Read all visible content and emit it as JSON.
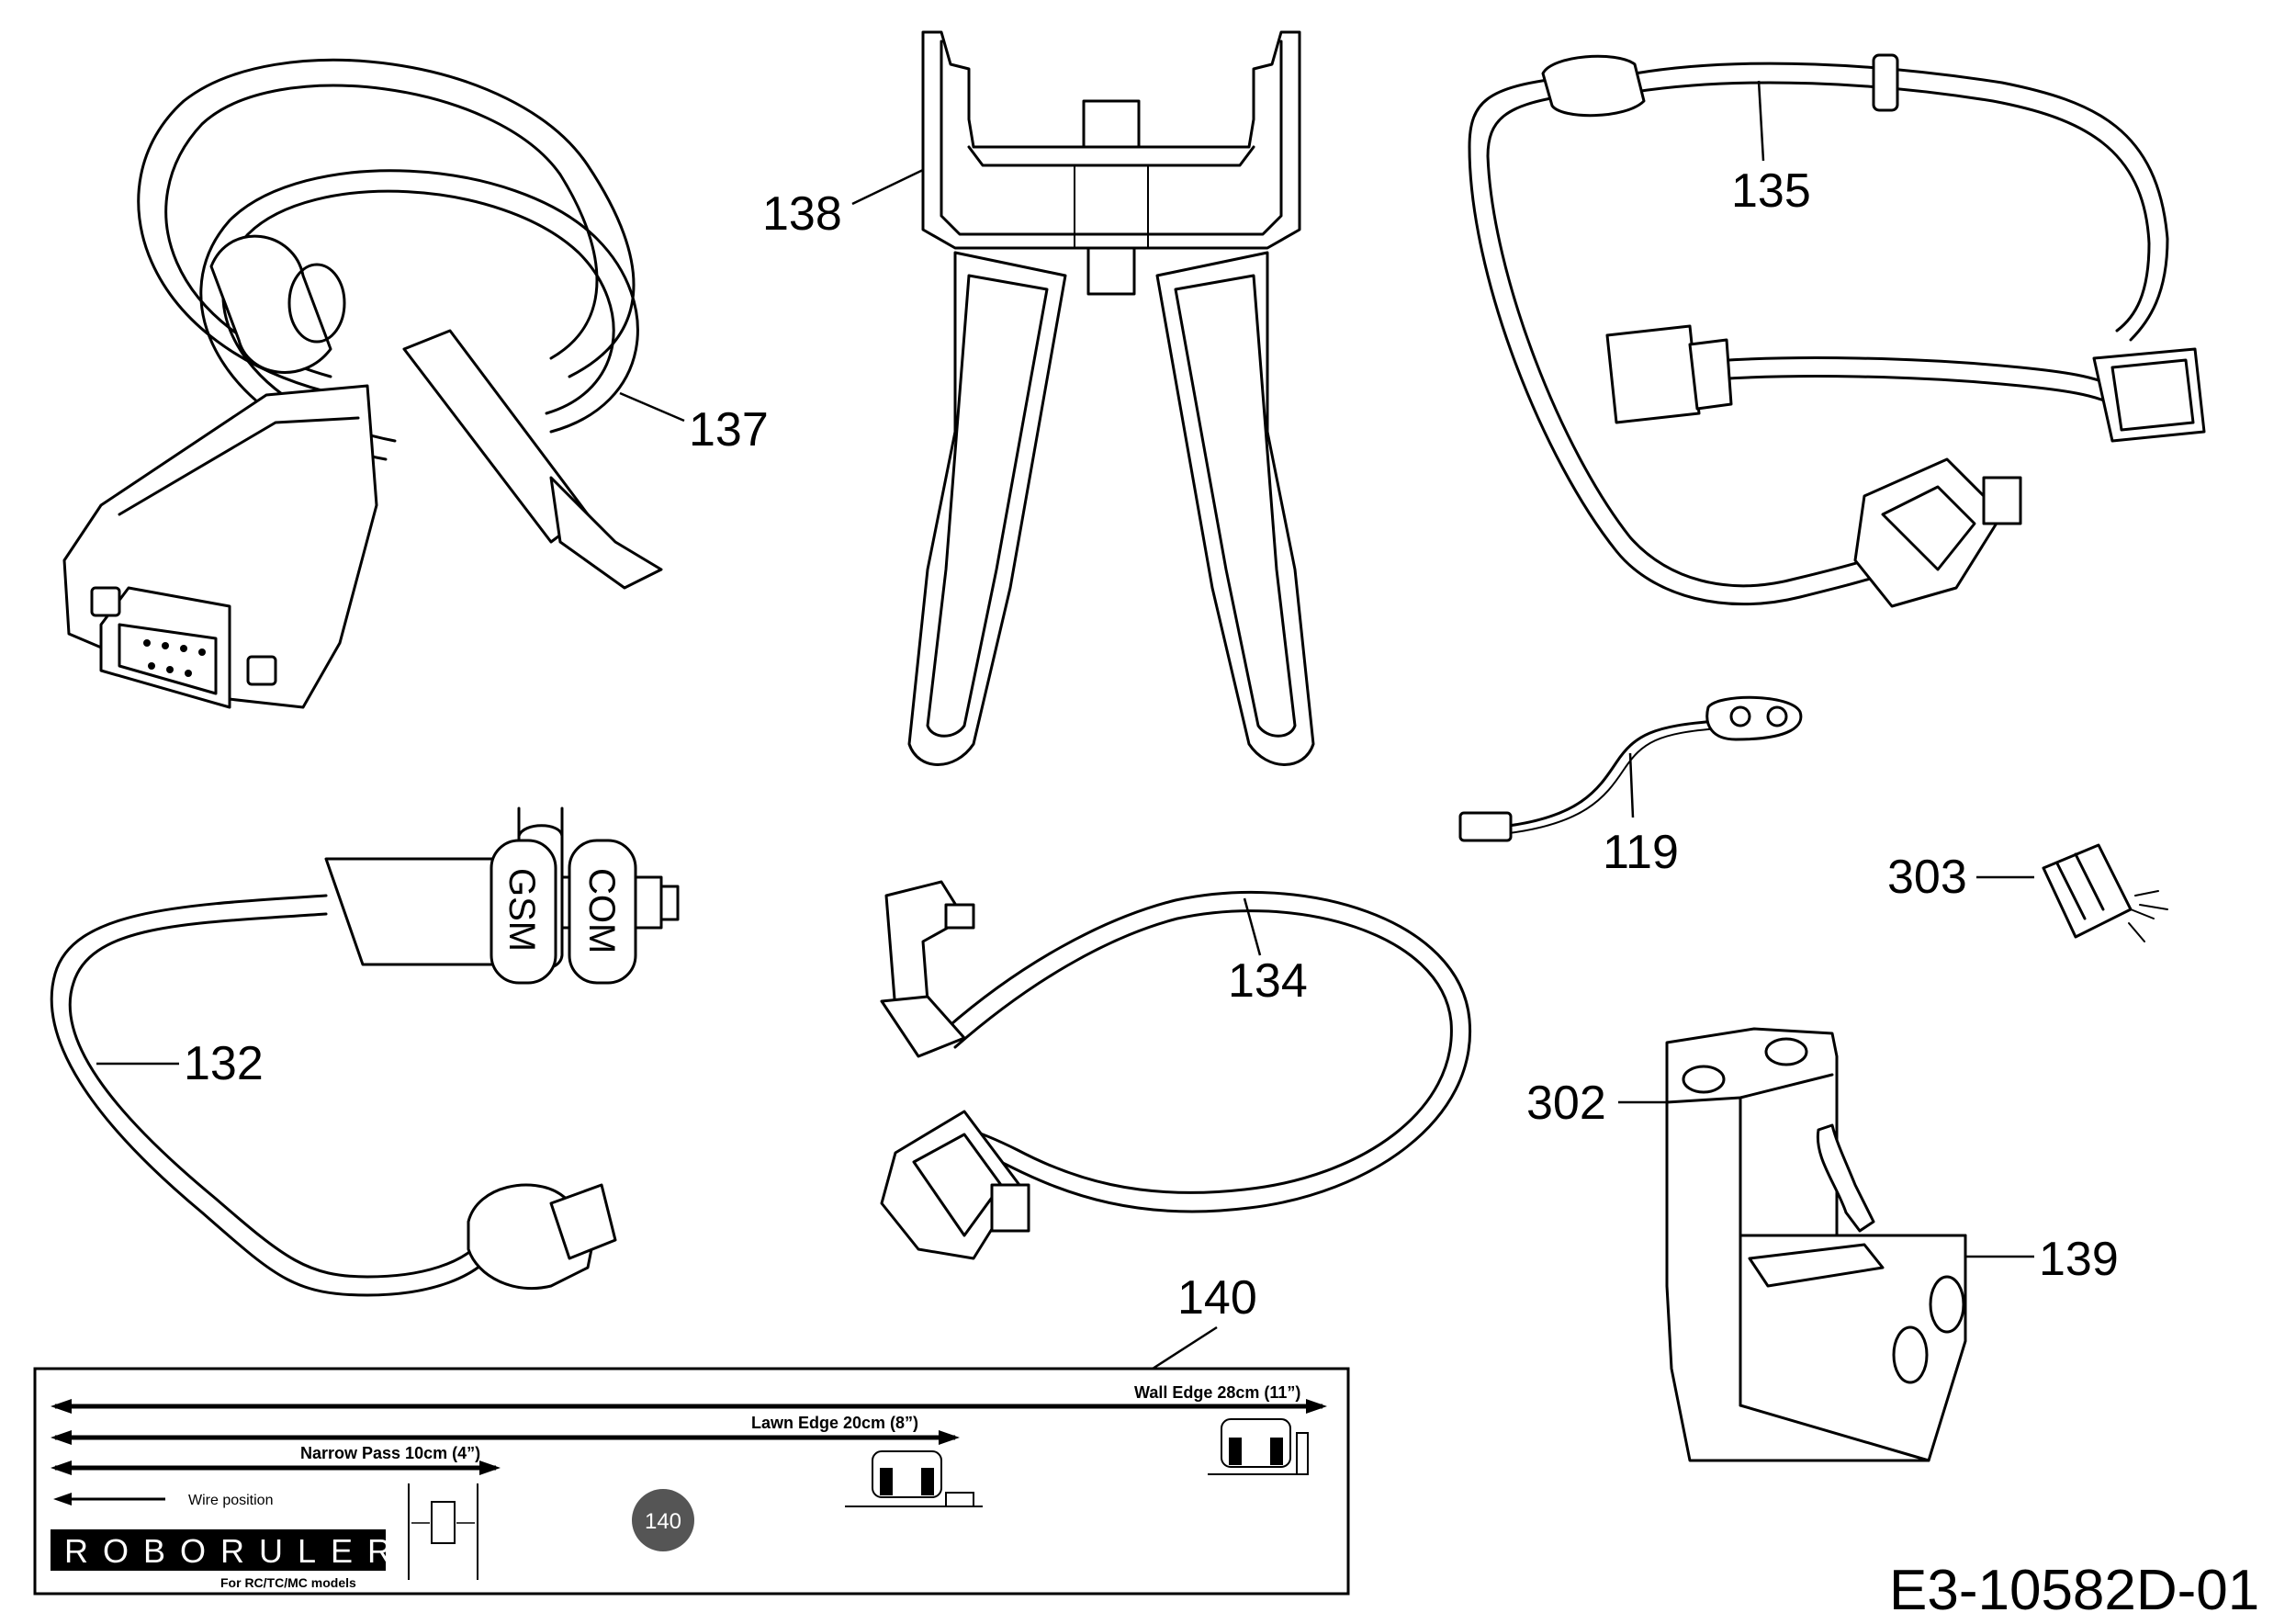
{
  "callouts": {
    "c137": "137",
    "c138": "138",
    "c135": "135",
    "c119": "119",
    "c303": "303",
    "c132": "132",
    "c134": "134",
    "c302": "302",
    "c139": "139",
    "c140": "140"
  },
  "module_labels": {
    "gsm": "GSM",
    "com": "COM"
  },
  "roboruler": {
    "wall_edge": "Wall Edge 28cm (11”)",
    "lawn_edge": "Lawn Edge 20cm (8”)",
    "narrow_pass": "Narrow Pass 10cm (4”)",
    "wire_position": "Wire position",
    "brand": "ROBORULER",
    "models": "For RC/TC/MC models",
    "badge": "140"
  },
  "drawing_code": "E3-10582D-01"
}
